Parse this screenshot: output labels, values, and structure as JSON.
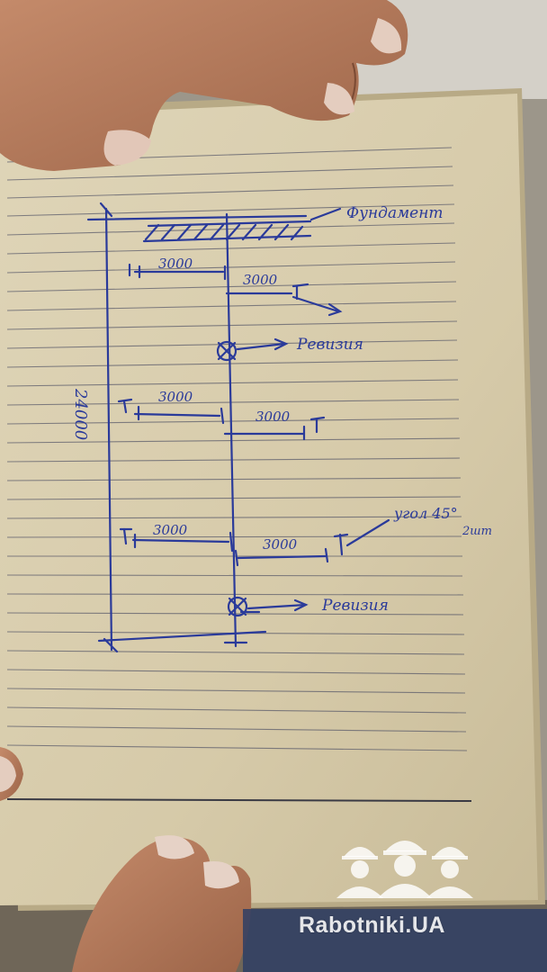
{
  "photo": {
    "subject": "notebook-sketch",
    "colors": {
      "paper": "#d8cdb0",
      "rule_line": "#5a5a6a",
      "ink": "#2a3a9a",
      "skin": "#b07a5c",
      "background": "#8a8478"
    }
  },
  "sketch": {
    "foundation_label": "Фундамент",
    "height_label": "24000",
    "segments": [
      "3000",
      "3000",
      "3000",
      "3000",
      "3000",
      "3000"
    ],
    "revision_labels": [
      "Ревизия",
      "Ревизия"
    ],
    "corner_note": "угол 45°",
    "corner_count": "2шт"
  },
  "watermark": {
    "text": "Rabotniki.UA",
    "icon": "workers-helmets-icon"
  }
}
